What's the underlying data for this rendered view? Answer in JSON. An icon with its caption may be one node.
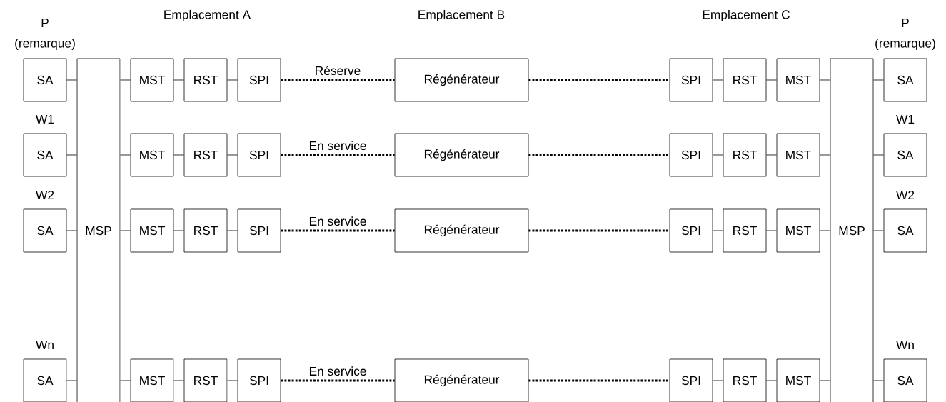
{
  "diagram": {
    "nodes": [
      {
        "text": [
          "SA"
        ],
        "beside": [
          "P",
          "(remarque)"
        ]
      },
      {
        "text": [
          "MSP"
        ]
      },
      {
        "text": [
          "MST"
        ]
      },
      {
        "text": [
          "RST"
        ]
      },
      {
        "text": [
          "SPI"
        ]
      },
      {
        "text": [
          "Régénérateur"
        ]
      },
      {
        "text": [
          "SPI"
        ]
      },
      {
        "text": [
          "RST"
        ]
      },
      {
        "text": [
          "MST"
        ]
      },
      {
        "text": [
          "MSP"
        ]
      },
      {
        "text": [
          "SA"
        ],
        "beside": [
          "P",
          "(remarque)"
        ]
      },
      {
        "text": [
          "SA"
        ],
        "beside": [
          "W1"
        ]
      },
      {
        "text": [
          "MST"
        ]
      },
      {
        "text": [
          "RST"
        ]
      },
      {
        "text": [
          "SPI"
        ]
      },
      {
        "text": [
          "Régénérateur"
        ]
      },
      {
        "text": [
          "SPI"
        ]
      },
      {
        "text": [
          "RST"
        ]
      },
      {
        "text": [
          "MST"
        ]
      },
      {
        "text": [
          "SA"
        ],
        "beside": [
          "W1"
        ]
      },
      {
        "text": [
          "SA"
        ],
        "beside": [
          "W2"
        ]
      },
      {
        "text": [
          "MST"
        ]
      },
      {
        "text": [
          "RST"
        ]
      },
      {
        "text": [
          "SPI"
        ]
      },
      {
        "text": [
          "Régénérateur"
        ]
      },
      {
        "text": [
          "SPI"
        ]
      },
      {
        "text": [
          "RST"
        ]
      },
      {
        "text": [
          "MST"
        ]
      },
      {
        "text": [
          "SA"
        ],
        "beside": [
          "W2"
        ]
      },
      {
        "text": [
          "SA"
        ],
        "beside": [
          "Wn"
        ]
      },
      {
        "text": [
          "MST"
        ]
      },
      {
        "text": [
          "RST"
        ]
      },
      {
        "text": [
          "SPI"
        ]
      },
      {
        "text": [
          "Régénérateur"
        ]
      },
      {
        "text": [
          "SPI"
        ]
      },
      {
        "text": [
          "RST"
        ]
      },
      {
        "text": [
          "MST"
        ]
      },
      {
        "text": [
          "SA"
        ],
        "beside": [
          "Wn"
        ]
      }
    ],
    "edges": [
      {
        "from": 0,
        "to": 1,
        "arrow": "none"
      },
      {
        "from": 1,
        "to": 2,
        "arrow": "none"
      },
      {
        "from": 2,
        "to": 3,
        "arrow": "none"
      },
      {
        "from": 3,
        "to": 4,
        "arrow": "none"
      },
      {
        "from": 4,
        "to": 5,
        "arrow": "none",
        "style": "dashed",
        "label": "Réserve"
      },
      {
        "from": 5,
        "to": 6,
        "arrow": "none",
        "style": "dashed"
      },
      {
        "from": 6,
        "to": 7,
        "arrow": "none"
      },
      {
        "from": 7,
        "to": 8,
        "arrow": "none"
      },
      {
        "from": 8,
        "to": 9,
        "arrow": "none"
      },
      {
        "from": 9,
        "to": 10,
        "arrow": "none"
      },
      {
        "from": 11,
        "to": 1,
        "arrow": "none"
      },
      {
        "from": 1,
        "to": 12,
        "arrow": "none"
      },
      {
        "from": 12,
        "to": 13,
        "arrow": "none"
      },
      {
        "from": 13,
        "to": 14,
        "arrow": "none"
      },
      {
        "from": 14,
        "to": 15,
        "arrow": "none",
        "style": "dashed",
        "label": "En service"
      },
      {
        "from": 15,
        "to": 16,
        "arrow": "none",
        "style": "dashed"
      },
      {
        "from": 16,
        "to": 17,
        "arrow": "none"
      },
      {
        "from": 17,
        "to": 18,
        "arrow": "none"
      },
      {
        "from": 18,
        "to": 9,
        "arrow": "none"
      },
      {
        "from": 9,
        "to": 19,
        "arrow": "none"
      },
      {
        "from": 20,
        "to": 1,
        "arrow": "none"
      },
      {
        "from": 1,
        "to": 21,
        "arrow": "none"
      },
      {
        "from": 21,
        "to": 22,
        "arrow": "none"
      },
      {
        "from": 22,
        "to": 23,
        "arrow": "none"
      },
      {
        "from": 23,
        "to": 24,
        "arrow": "none",
        "style": "dashed",
        "label": "En service"
      },
      {
        "from": 24,
        "to": 25,
        "arrow": "none",
        "style": "dashed"
      },
      {
        "from": 25,
        "to": 26,
        "arrow": "none"
      },
      {
        "from": 26,
        "to": 27,
        "arrow": "none"
      },
      {
        "from": 27,
        "to": 9,
        "arrow": "none"
      },
      {
        "from": 9,
        "to": 28,
        "arrow": "none"
      },
      {
        "from": 29,
        "to": 1,
        "arrow": "none"
      },
      {
        "from": 1,
        "to": 30,
        "arrow": "none"
      },
      {
        "from": 30,
        "to": 31,
        "arrow": "none"
      },
      {
        "from": 31,
        "to": 32,
        "arrow": "none"
      },
      {
        "from": 32,
        "to": 33,
        "arrow": "none",
        "style": "dashed",
        "label": "En service"
      },
      {
        "from": 33,
        "to": 34,
        "arrow": "none",
        "style": "dashed"
      },
      {
        "from": 34,
        "to": 35,
        "arrow": "none"
      },
      {
        "from": 35,
        "to": 36,
        "arrow": "none"
      },
      {
        "from": 36,
        "to": 9,
        "arrow": "none"
      },
      {
        "from": 9,
        "to": 37,
        "arrow": "none"
      }
    ],
    "labels": [
      "Emplacement A",
      "Emplacement B",
      "Emplacement C"
    ]
  }
}
